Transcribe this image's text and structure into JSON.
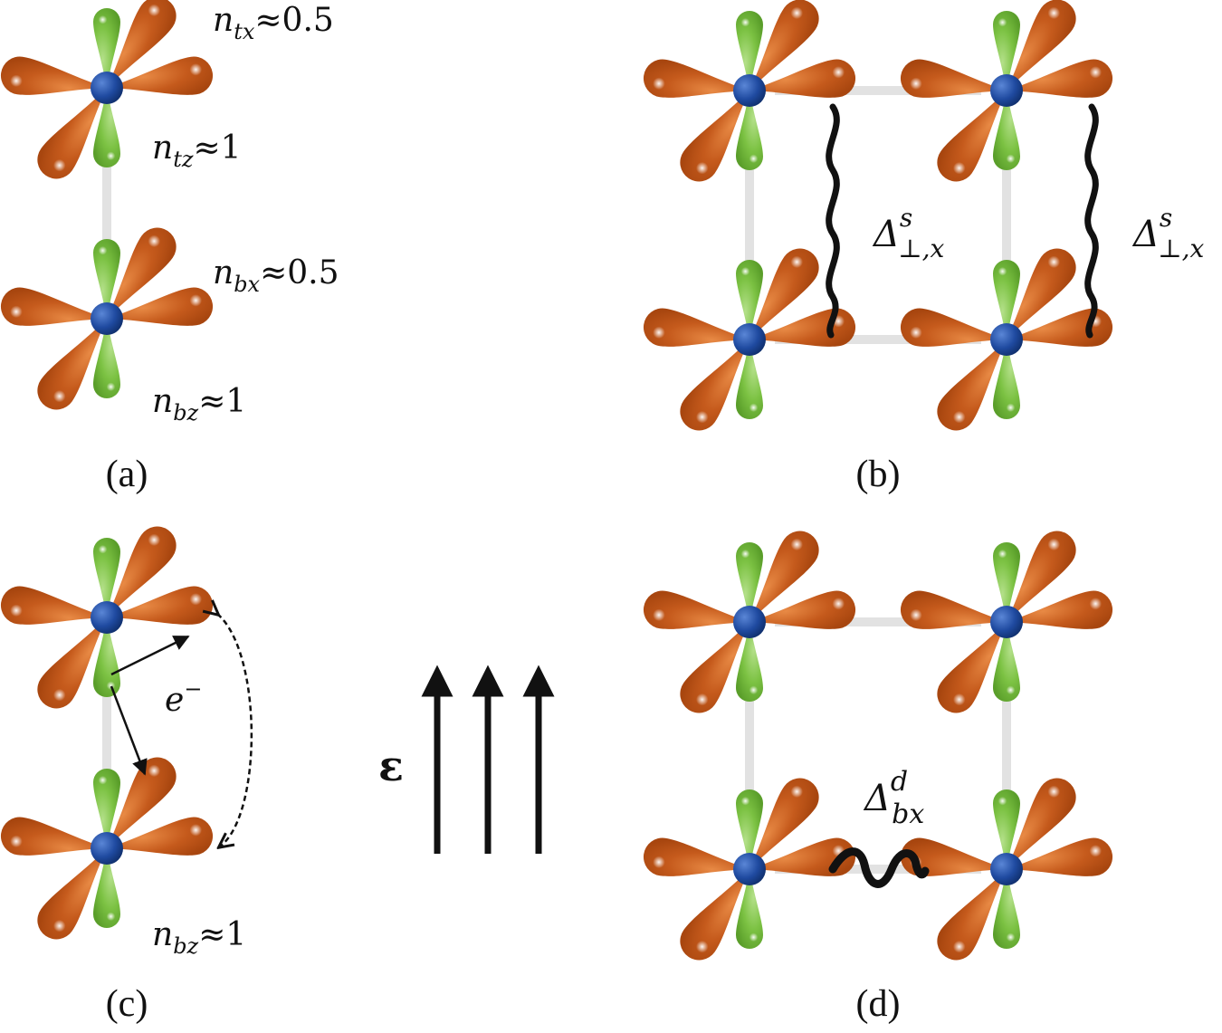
{
  "colors": {
    "orange_lobe": "#c55a1c",
    "green_lobe": "#7cc243",
    "atom_core": "#1f4aa0",
    "bond": "#e2e2e2",
    "ink": "#111111"
  },
  "panels": {
    "a": {
      "label": "(a)",
      "ntx": {
        "sym": "n",
        "sub": "tx",
        "rel": "≈0.5"
      },
      "ntz": {
        "sym": "n",
        "sub": "tz",
        "rel": "≈1"
      },
      "nbx": {
        "sym": "n",
        "sub": "bx",
        "rel": "≈0.5"
      },
      "nbz": {
        "sym": "n",
        "sub": "bz",
        "rel": "≈1"
      }
    },
    "b": {
      "label": "(b)",
      "gap_left": {
        "sym": "Δ",
        "sup": "s",
        "sub": "⊥,x"
      },
      "gap_right": {
        "sym": "Δ",
        "sup": "s",
        "sub": "⊥,x"
      }
    },
    "c": {
      "label": "(c)",
      "electron": {
        "sym": "e",
        "sup": "−"
      },
      "nbz": {
        "sym": "n",
        "sub": "bz",
        "rel": "≈1"
      }
    },
    "d": {
      "label": "(d)",
      "gap": {
        "sym": "Δ",
        "sup": "d",
        "sub": "bx"
      }
    }
  },
  "field": {
    "symbol": "ε",
    "arrow_count": 3
  }
}
